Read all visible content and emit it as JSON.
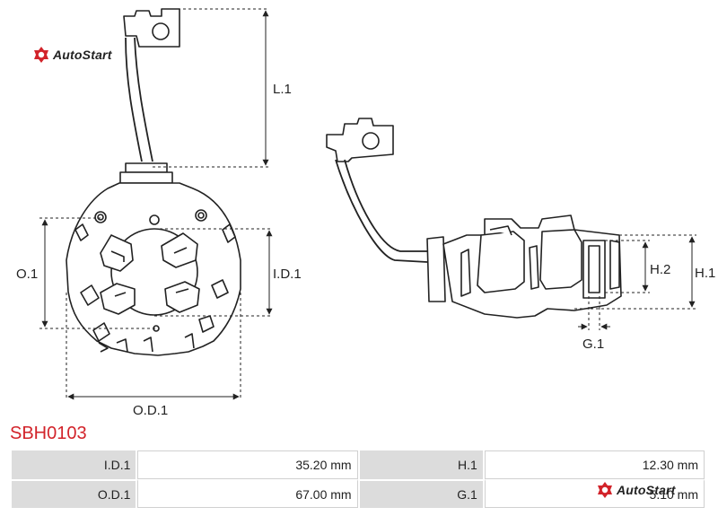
{
  "brand": {
    "name": "AutoStart",
    "color": "#d2232a"
  },
  "part": {
    "code": "SBH0103"
  },
  "drawing": {
    "labels": {
      "l1": "L.1",
      "o1": "O.1",
      "id1": "I.D.1",
      "od1": "O.D.1",
      "h1": "H.1",
      "h2": "H.2",
      "g1": "G.1"
    }
  },
  "specs": [
    {
      "label_left": "I.D.1",
      "value_left": "35.20 mm",
      "label_right": "H.1",
      "value_right": "12.30 mm"
    },
    {
      "label_left": "O.D.1",
      "value_left": "67.00 mm",
      "label_right": "G.1",
      "value_right": "5.10 mm"
    }
  ],
  "icons": [
    "autostart-logo-icon"
  ]
}
